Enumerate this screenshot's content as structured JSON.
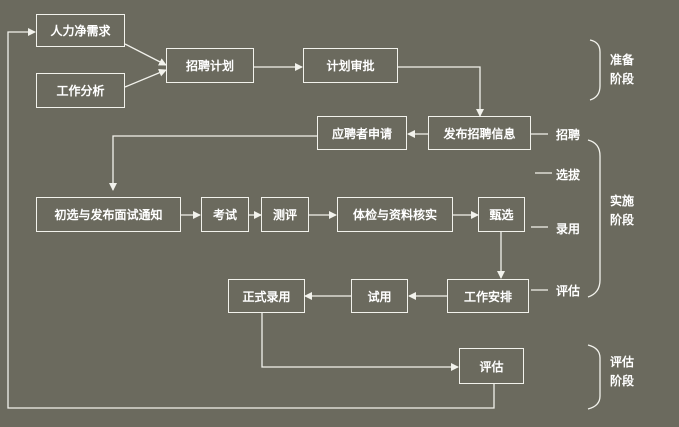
{
  "nodes": {
    "manpower_demand": "人力净需求",
    "job_analysis": "工作分析",
    "recruit_plan": "招聘计划",
    "plan_approval": "计划审批",
    "publish_info": "发布招聘信息",
    "applicant_apply": "应聘者申请",
    "screen_notify": "初选与发布面试通知",
    "exam": "考试",
    "assessment": "测评",
    "medical_check": "体检与资料核实",
    "selection": "甄选",
    "job_arrangement": "工作安排",
    "probation": "试用",
    "formal_hire": "正式录用",
    "evaluation": "评估"
  },
  "stage_labels": {
    "recruit": "招聘",
    "select": "选拔",
    "hire": "录用",
    "evaluate": "评估"
  },
  "phases": {
    "prep_line1": "准备",
    "prep_line2": "阶段",
    "impl_line1": "实施",
    "impl_line2": "阶段",
    "eval_line1": "评估",
    "eval_line2": "阶段"
  },
  "colors": {
    "background": "#6b6a5e",
    "line": "#f2f2ec"
  }
}
